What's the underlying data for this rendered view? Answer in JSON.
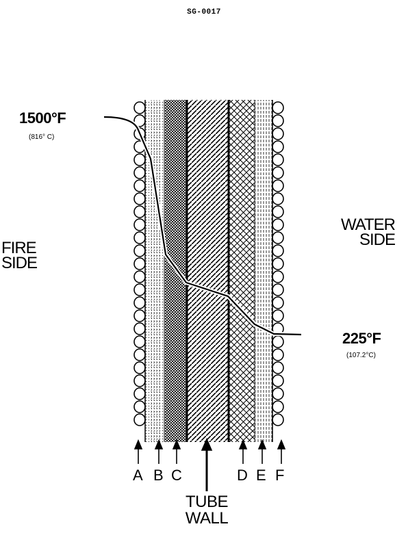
{
  "code": "SG-0017",
  "fire_temp": {
    "f": "1500°F",
    "c": "(816° C)"
  },
  "water_temp": {
    "f": "225°F",
    "c": "(107.2°C)"
  },
  "fire_side": [
    "FIRE",
    "SIDE"
  ],
  "water_side": [
    "WATER",
    "SIDE"
  ],
  "layer_labels": [
    "A",
    "B",
    "C",
    "D",
    "E",
    "F"
  ],
  "tube_wall": [
    "TUBE",
    "WALL"
  ]
}
